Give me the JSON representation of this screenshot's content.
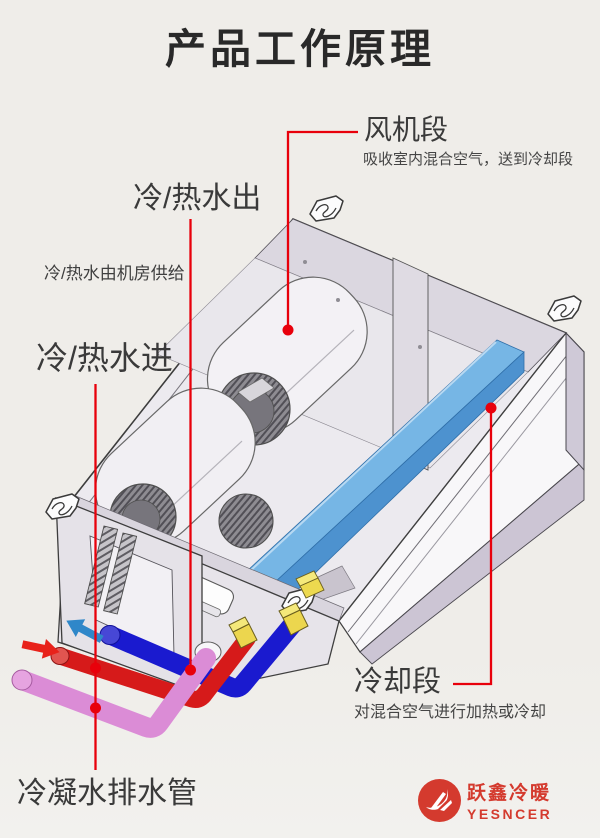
{
  "title": "产品工作原理",
  "background_color": "#efede9",
  "accent_color": "#e8000b",
  "labels": {
    "fan_section": "风机段",
    "fan_section_desc": "吸收室内混合空气，送到冷却段",
    "water_out": "冷/热水出",
    "supply_note": "冷/热水由机房供给",
    "water_in": "冷/热水进",
    "cooling_section": "冷却段",
    "cooling_section_desc": "对混合空气进行加热或冷却",
    "drain_pipe": "冷凝水排水管"
  },
  "logo": {
    "brand_cn": "跃鑫冷暖",
    "brand_en": "YESNCER",
    "color": "#d43a2e",
    "icon": "red-circle-swoosh-icon"
  },
  "diagram": {
    "unit": "duct-type fan coil unit (isometric cutaway)",
    "cooling_coil_color": "#76b6e5",
    "casing_colors": [
      "#eceaef",
      "#dbd7e0",
      "#cfc9d7"
    ],
    "fitting_color": "#efd94f",
    "pipes": [
      {
        "name": "water-outlet-pipe",
        "color": "#1a1acf"
      },
      {
        "name": "water-inlet-pipe",
        "color": "#d61a1a"
      },
      {
        "name": "condensate-drain-pipe",
        "color": "#db8cd6"
      }
    ],
    "arrows": [
      {
        "name": "water-in-arrow",
        "color": "#e8221a",
        "direction": "right"
      },
      {
        "name": "air-out-arrow",
        "color": "#2f87c9",
        "direction": "up-left"
      }
    ],
    "callout_dots": 5
  }
}
